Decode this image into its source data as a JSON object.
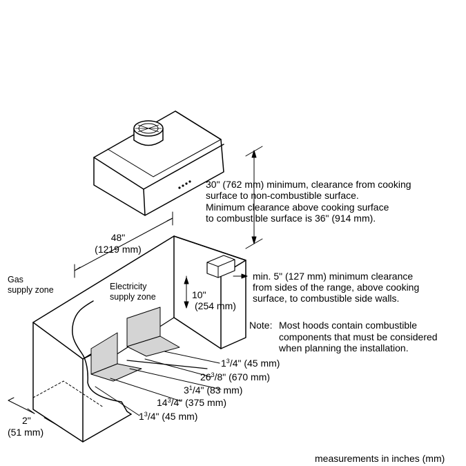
{
  "clearance_note": {
    "line1": "30\" (762 mm) minimum, clearance from cooking",
    "line2": "surface to non-combustible surface.",
    "line3": "Minimum clearance above cooking surface",
    "line4": "to combustible surface is 36\" (914 mm)."
  },
  "width_dim": {
    "inches": "48\"",
    "mm": "(1219 mm)"
  },
  "gas_zone": {
    "line1": "Gas",
    "line2": "supply zone"
  },
  "electricity_zone": {
    "line1": "Electricity",
    "line2": "supply zone"
  },
  "height_dim": {
    "inches": "10\"",
    "mm": "(254 mm)"
  },
  "side_clearance": {
    "line1": "min. 5\" (127 mm) minimum clearance",
    "line2": "from sides of the range, above cooking",
    "line3": "surface, to combustible side walls."
  },
  "note": {
    "prefix": "Note:",
    "line1": "Most hoods contain combustible",
    "line2": "components that must be considered",
    "line3": "when planning the installation."
  },
  "dims": {
    "d1": {
      "whole": "1",
      "num": "3",
      "den": "/4",
      "rest": "\" (45 mm)"
    },
    "d2": {
      "whole": "26",
      "num": "3",
      "den": "/8",
      "rest": "\" (670 mm)"
    },
    "d3": {
      "whole": "3",
      "num": "1",
      "den": "/4",
      "rest": "\" (83 mm)"
    },
    "d4": {
      "whole": "14",
      "num": "3",
      "den": "/4",
      "rest": "\" (375 mm)"
    },
    "d5": {
      "whole": "1",
      "num": "3",
      "den": "/4",
      "rest": "\" (45 mm)"
    }
  },
  "depth_dim": {
    "inches": "2\"",
    "mm": "(51 mm)"
  },
  "footer": "measurements in inches (mm)"
}
